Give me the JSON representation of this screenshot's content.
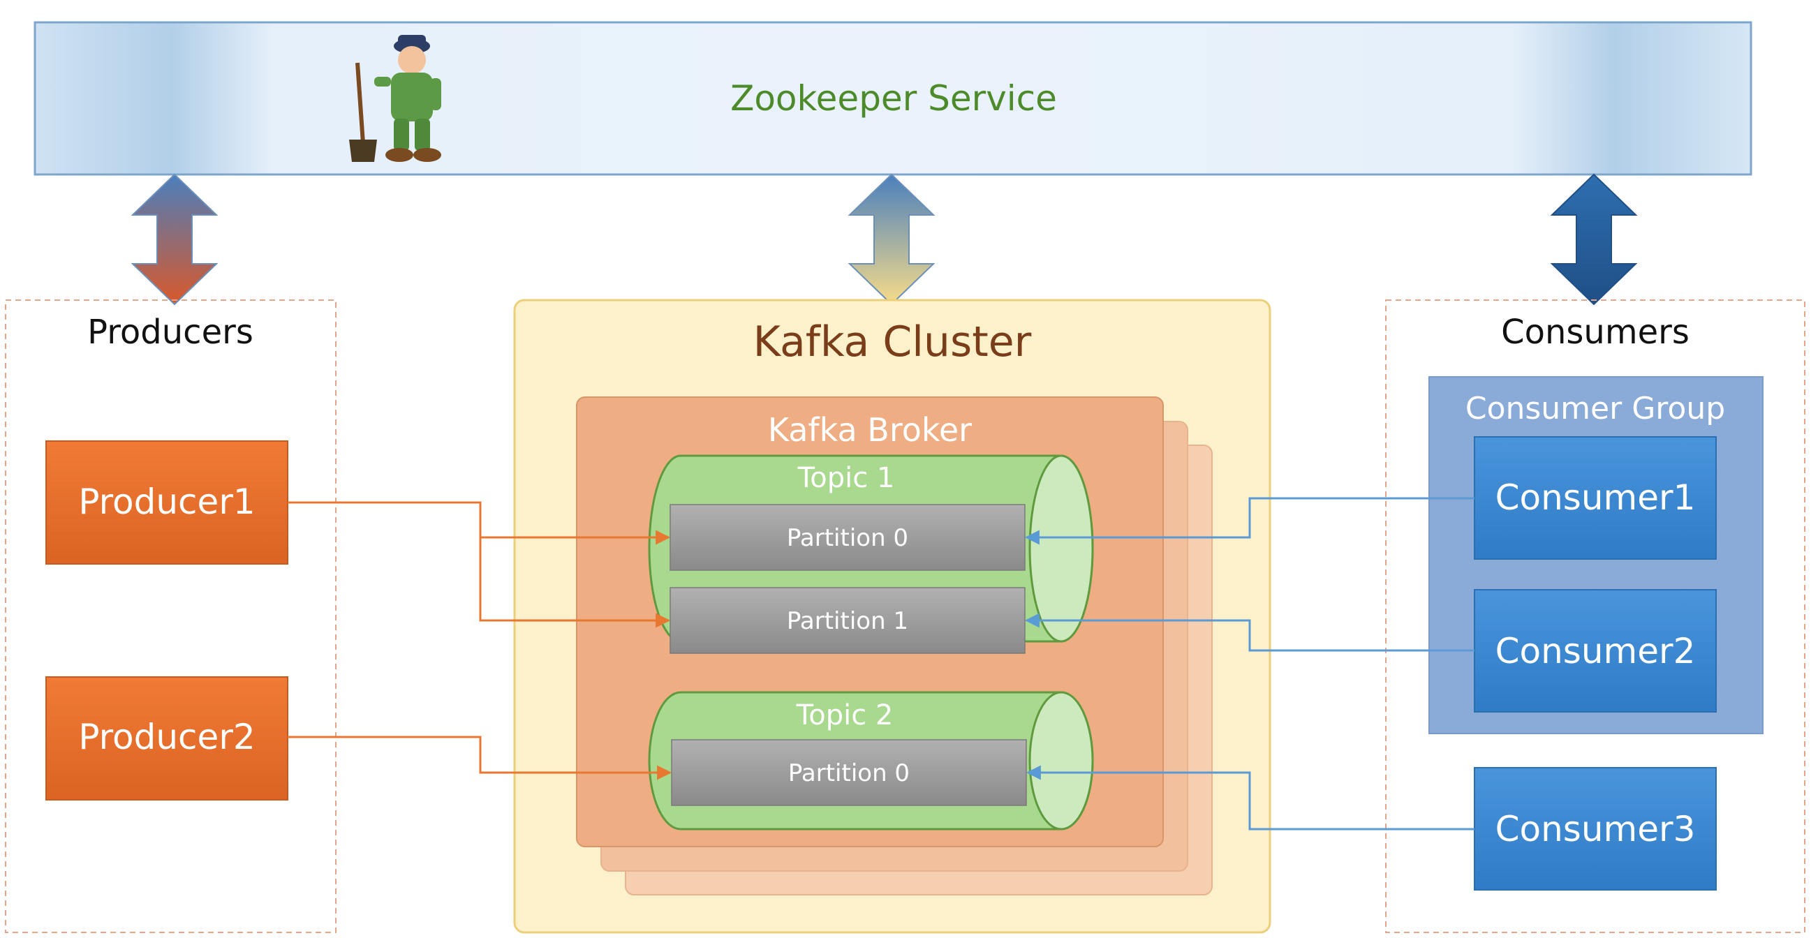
{
  "zookeeper": {
    "label": "Zookeeper Service",
    "mascot": "zookeeper-mascot-icon"
  },
  "producers": {
    "title": "Producers",
    "items": [
      {
        "label": "Producer1"
      },
      {
        "label": "Producer2"
      }
    ]
  },
  "cluster": {
    "title": "Kafka Cluster",
    "broker": {
      "title": "Kafka Broker",
      "topics": [
        {
          "title": "Topic 1",
          "partitions": [
            {
              "label": "Partition 0"
            },
            {
              "label": "Partition 1"
            }
          ]
        },
        {
          "title": "Topic 2",
          "partitions": [
            {
              "label": "Partition 0"
            }
          ]
        }
      ]
    }
  },
  "consumers": {
    "title": "Consumers",
    "group": {
      "title": "Consumer Group",
      "items": [
        {
          "label": "Consumer1"
        },
        {
          "label": "Consumer2"
        }
      ]
    },
    "standalone": [
      {
        "label": "Consumer3"
      }
    ]
  },
  "colors": {
    "producer": "#e8712f",
    "cluster_bg": "#fdf1cc",
    "broker": "#efad84",
    "topic": "#a9d88f",
    "partition": "#9a9a9a",
    "consumer": "#3a86cf",
    "consumer_group": "#8aaad8",
    "producer_link": "#e8782f",
    "consumer_link": "#5b9bd5",
    "zookeeper_text": "#4d8a2a",
    "cluster_title": "#7a3d1a"
  }
}
